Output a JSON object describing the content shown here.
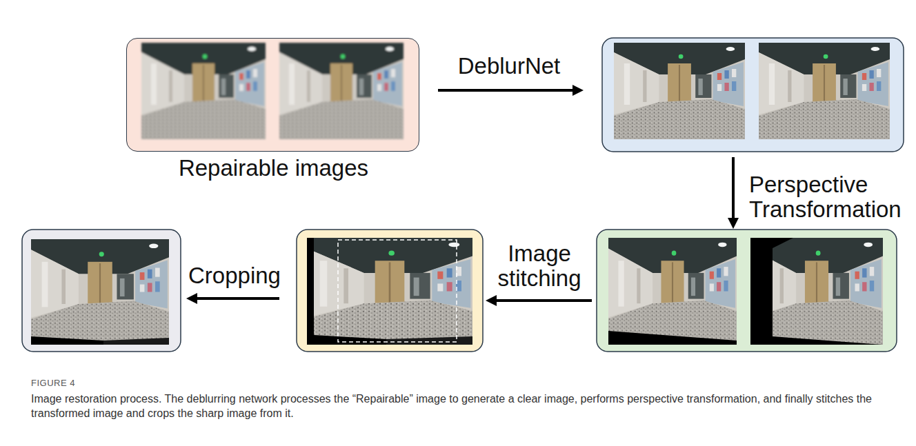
{
  "diagram": {
    "caption": "Image restoration process. The deblurring network processes the “Repairable” image to generate a clear image, performs perspective transformation, and finally stitches the transformed image and crops the sharp image from it.",
    "nodes": [
      {
        "text": [
          "Repairable images"
        ]
      }
    ],
    "labels": [
      "DeblurNet",
      "Perspective Transformation",
      "Image stitching",
      "Cropping",
      "FIGURE 4"
    ]
  }
}
